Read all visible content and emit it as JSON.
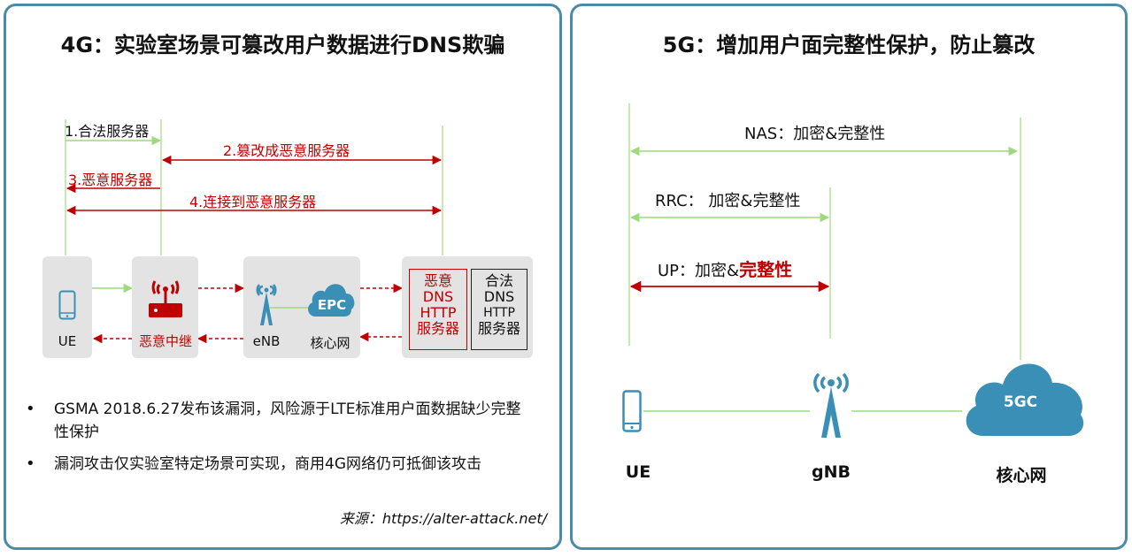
{
  "left": {
    "title": "4G：实验室场景可篡改用户数据进行DNS欺骗",
    "steps": {
      "s1": "1.合法服务器",
      "s2": "2.篡改成恶意服务器",
      "s3": "3.恶意服务器",
      "s4": "4.连接到恶意服务器"
    },
    "nodes": {
      "ue": "UE",
      "relay": "恶意中继",
      "enb": "eNB",
      "epc_icon": "EPC",
      "core": "核心网",
      "malicious_dns": [
        "恶意",
        "DNS",
        "HTTP",
        "服务器"
      ],
      "legit_dns": [
        "合法",
        "DNS",
        "HTTP",
        "服务器"
      ]
    },
    "bullets": [
      "GSMA 2018.6.27发布该漏洞，风险源于LTE标准用户面数据缺少完整性保护",
      "漏洞攻击仅实验室特定场景可实现，商用4G网络仍可抵御该攻击"
    ],
    "source": "来源：https://alter-attack.net/"
  },
  "right": {
    "title": "5G：增加用户面完整性保护，防止篡改",
    "nas": "NAS：加密&完整性",
    "rrc": "RRC：  加密&完整性",
    "up_prefix": "UP：加密&",
    "up_highlight": "完整性",
    "nodes": {
      "ue": "UE",
      "gnb": "gNB",
      "core_icon": "5GC",
      "core": "核心网"
    }
  },
  "colors": {
    "border": "#4a8ca6",
    "red": "#c00000",
    "green_line": "#b4e39a",
    "cloud": "#3a8fb7",
    "node_bg": "#e3e3e3"
  }
}
